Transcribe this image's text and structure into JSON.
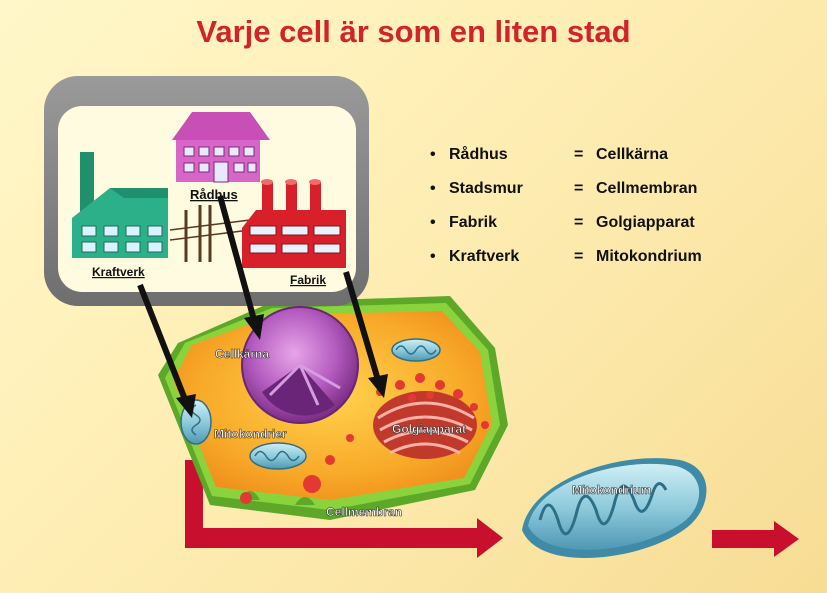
{
  "title": "Varje cell är som en liten stad",
  "legend": [
    {
      "bullet": "•",
      "term": "Rådhus",
      "eq": "=",
      "definition": "Cellkärna"
    },
    {
      "bullet": "•",
      "term": "Stadsmur",
      "eq": "=",
      "definition": "Cellmembran"
    },
    {
      "bullet": "•",
      "term": "Fabrik",
      "eq": "=",
      "definition": "Golgiapparat"
    },
    {
      "bullet": "•",
      "term": "Kraftverk",
      "eq": "=",
      "definition": "Mitokondrium"
    }
  ],
  "city_labels": {
    "radhus": "Rådhus",
    "kraftverk": "Kraftverk",
    "fabrik": "Fabrik"
  },
  "cell_labels": {
    "cellkarna": "Cellkärna",
    "mitokondrier": "Mitokondrier",
    "golgiapparat": "Golgiapparat",
    "cellmembran": "Cellmembran",
    "mitokondrium": "Mitokondrium"
  },
  "colors": {
    "title": "#d2232a",
    "arrow_red": "#c8102e",
    "cell_membrane": "#7fcf3a",
    "cytoplasm": "#f6a623",
    "nucleus": "#9b3fa0",
    "power_plant": "#2bb08a",
    "town_hall": "#c74fb5",
    "factory": "#d8202a"
  }
}
